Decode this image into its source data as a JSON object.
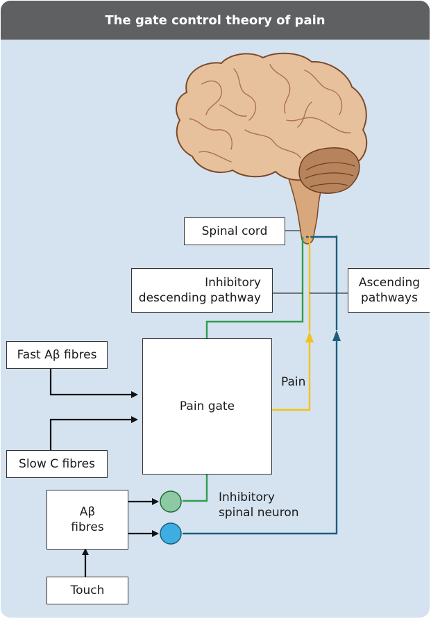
{
  "title": "The gate control theory of pain",
  "labels": {
    "spinal_cord": "Spinal cord",
    "inhibitory_descending": [
      "Inhibitory",
      "descending pathway"
    ],
    "ascending": [
      "Ascending",
      "pathways"
    ],
    "fast_fibres": "Fast Aβ fibres",
    "slow_fibres": "Slow C fibres",
    "pain_gate": "Pain gate",
    "pain": "Pain",
    "inhibitory_neuron": [
      "Inhibitory",
      "spinal neuron"
    ],
    "ab_fibres": [
      "Aβ",
      "fibres"
    ],
    "touch": "Touch"
  },
  "colors": {
    "background": "#d5e2ef",
    "title_bar": "#5f6061",
    "descending_green": "#2e9e4f",
    "pain_yellow": "#f2c21a",
    "ascending_blue": "#1b5f7d",
    "neuron_green": "#8dcaa3",
    "neuron_blue": "#3eaee2",
    "brain": "#e7c19c",
    "cerebellum": "#b7835c"
  },
  "icons": {
    "brain": "brain-illustration"
  }
}
